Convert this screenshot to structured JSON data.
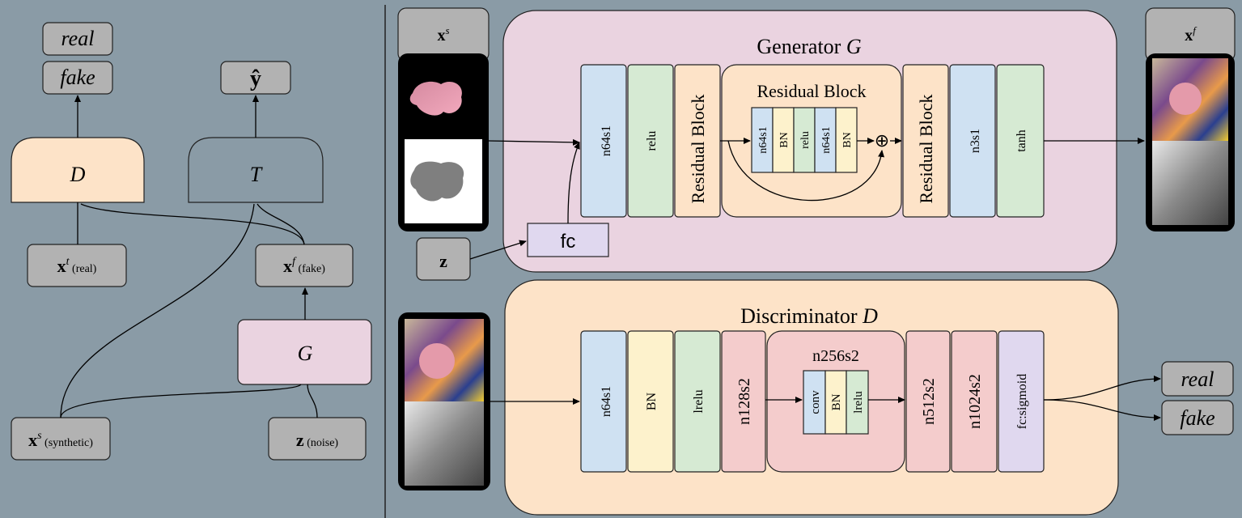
{
  "colors": {
    "background": "#8a9ba6",
    "box_gray": "#b2b2b2",
    "discriminator_fill": "#fde3c8",
    "generator_fill": "#ead3e0",
    "g_box_fill": "#ead3e0",
    "conv_blue": "#cfe1f2",
    "relu_green": "#d6ead3",
    "bn_yellow": "#fdf2cc",
    "resblock_orange": "#fde3c8",
    "n_pink": "#f4cccc",
    "fc_purple": "#e0d8ef"
  },
  "left": {
    "out_real": "real",
    "out_fake": "fake",
    "y_hat": "ŷ",
    "D": "D",
    "T": "T",
    "G": "G",
    "xt_main": "x",
    "xt_sup": "t",
    "xt_note": " (real)",
    "xf_main": "x",
    "xf_sup": "f",
    "xf_note": " (fake)",
    "xs_main": "x",
    "xs_sup": "s",
    "xs_note": " (synthetic)",
    "z_main": "z",
    "z_note": " (noise)"
  },
  "generator": {
    "title_text": "Generator ",
    "title_var": "G",
    "input_main": "x",
    "input_sup": "s",
    "output_main": "x",
    "output_sup": "f",
    "z_label": "z",
    "fc_label": "fc",
    "blocks": [
      "n64s1",
      "relu",
      "Residual Block",
      "Residual Block",
      "n3s1",
      "tanh"
    ],
    "residual_title": "Residual Block",
    "residual_inner": [
      "n64s1",
      "BN",
      "relu",
      "n64s1",
      "BN"
    ],
    "sum_symbol": "⊕"
  },
  "discriminator": {
    "title_text": "Discriminator ",
    "title_var": "D",
    "blocks": [
      "n64s1",
      "BN",
      "lrelu",
      "n128s2",
      "n512s2",
      "n1024s2",
      "fc:sigmoid"
    ],
    "group_title": "n256s2",
    "group_inner": [
      "conv",
      "BN",
      "lrelu"
    ],
    "out_real": "real",
    "out_fake": "fake"
  }
}
